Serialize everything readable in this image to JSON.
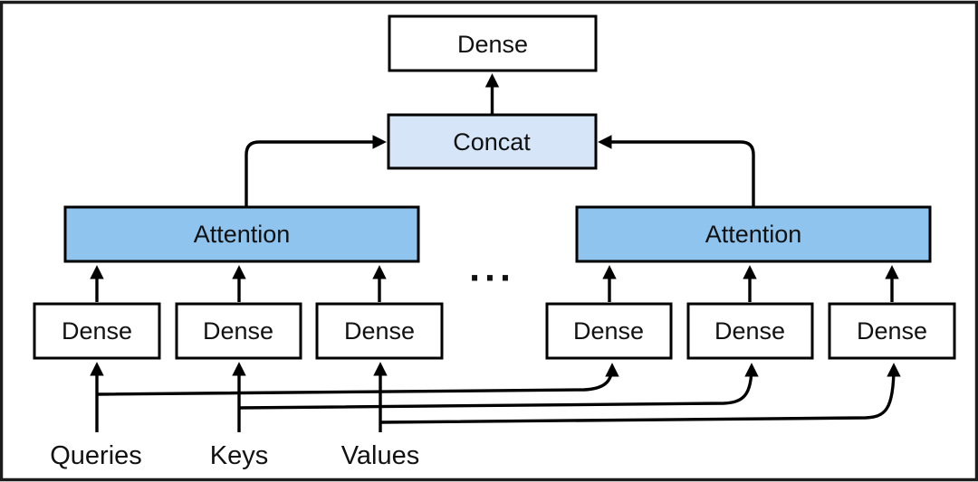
{
  "diagram": {
    "nodes": {
      "output_dense": {
        "label": "Dense"
      },
      "concat": {
        "label": "Concat"
      },
      "attention_left": {
        "label": "Attention"
      },
      "attention_right": {
        "label": "Attention"
      },
      "dense_left_1": {
        "label": "Dense"
      },
      "dense_left_2": {
        "label": "Dense"
      },
      "dense_left_3": {
        "label": "Dense"
      },
      "dense_right_1": {
        "label": "Dense"
      },
      "dense_right_2": {
        "label": "Dense"
      },
      "dense_right_3": {
        "label": "Dense"
      },
      "ellipsis": {
        "label": "···"
      }
    },
    "inputs": {
      "queries": {
        "label": "Queries"
      },
      "keys": {
        "label": "Keys"
      },
      "values": {
        "label": "Values"
      }
    },
    "colors": {
      "attention_fill": "#8ec4ee",
      "concat_fill": "#d6e6f8",
      "dense_fill": "#ffffff",
      "line": "#000000",
      "frame": "#1c1c1c"
    }
  }
}
